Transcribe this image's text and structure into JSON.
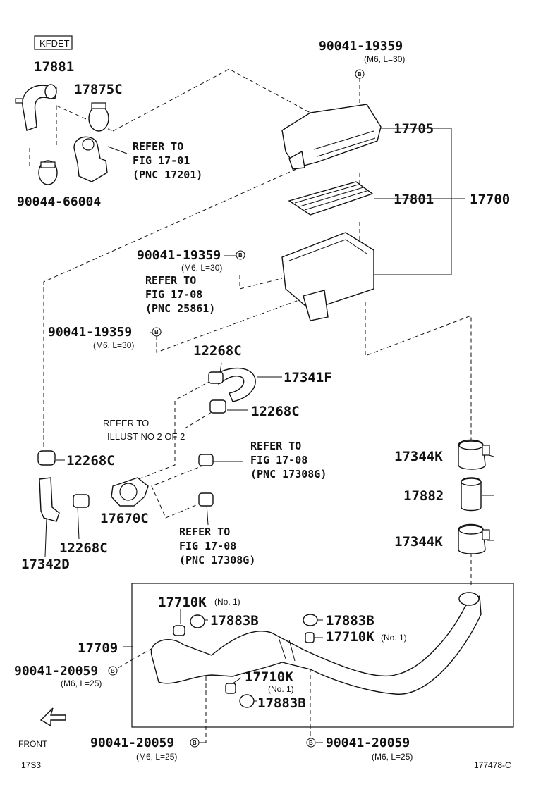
{
  "engine_tag": "KFDET",
  "labels": {
    "p17881": "17881",
    "p17875c": "17875C",
    "p90044": "90044-66004",
    "ref1701": [
      "REFER TO",
      "FIG 17-01",
      "(PNC 17201)"
    ],
    "bolt_top": "90041-19359",
    "bolt_top_spec": "(M6, L=30)",
    "p17705": "17705",
    "p17801": "17801",
    "p17700": "17700",
    "bolt_mid": "90041-19359",
    "bolt_mid_spec": "(M6, L=30)",
    "ref25861": [
      "REFER TO",
      "FIG 17-08",
      "(PNC 25861)"
    ],
    "bolt_left": "90041-19359",
    "bolt_left_spec": "(M6, L=30)",
    "p12268c_a": "12268C",
    "p17341f": "17341F",
    "p12268c_b": "12268C",
    "refillust": [
      "REFER TO",
      "ILLUST NO 2 OF 2"
    ],
    "p12268c_c": "12268C",
    "ref17308_a": [
      "REFER TO",
      "FIG 17-08",
      "(PNC 17308G)"
    ],
    "p17670c": "17670C",
    "p12268c_d": "12268C",
    "p17342d": "17342D",
    "ref17308_b": [
      "REFER TO",
      "FIG 17-08",
      "(PNC 17308G)"
    ],
    "p17344k_a": "17344K",
    "p17882": "17882",
    "p17344k_b": "17344K",
    "p17710k_a": "17710K",
    "p17710k_a_sub": "(No. 1)",
    "p17883b_a": "17883B",
    "p17883b_b": "17883B",
    "p17710k_b": "17710K",
    "p17710k_b_sub": "(No. 1)",
    "p17709": "17709",
    "bolt_lo1": "90041-20059",
    "bolt_lo1_spec": "(M6, L=25)",
    "p17710k_c": "17710K",
    "p17710k_c_sub": "(No. 1)",
    "p17883b_c": "17883B",
    "bolt_lo2": "90041-20059",
    "bolt_lo2_spec": "(M6, L=25)",
    "bolt_lo3": "90041-20059",
    "bolt_lo3_spec": "(M6, L=25)",
    "front": "FRONT",
    "page_ref": "17S3",
    "fig_id": "177478-C",
    "circle_mark": "B"
  }
}
